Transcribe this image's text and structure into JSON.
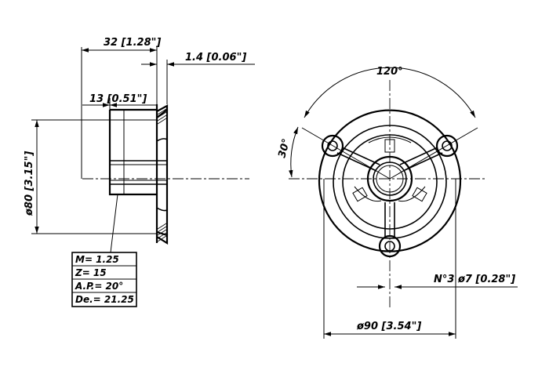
{
  "dimensions": {
    "total_width": "32 [1.28\"]",
    "flange_thickness": "1.4 [0.06\"]",
    "hub_width": "13 [0.51\"]",
    "small_diameter": "ø80 [3.15\"]",
    "large_diameter": "ø90 [3.54\"]",
    "holes": "N°3 ø7 [0.28\"]",
    "hole_spacing_angle": "120°",
    "offset_angle": "30°"
  },
  "gear_table": {
    "rows": [
      "M= 1.25",
      "Z= 15",
      "A.P.= 20°",
      "De.= 21.25"
    ]
  }
}
